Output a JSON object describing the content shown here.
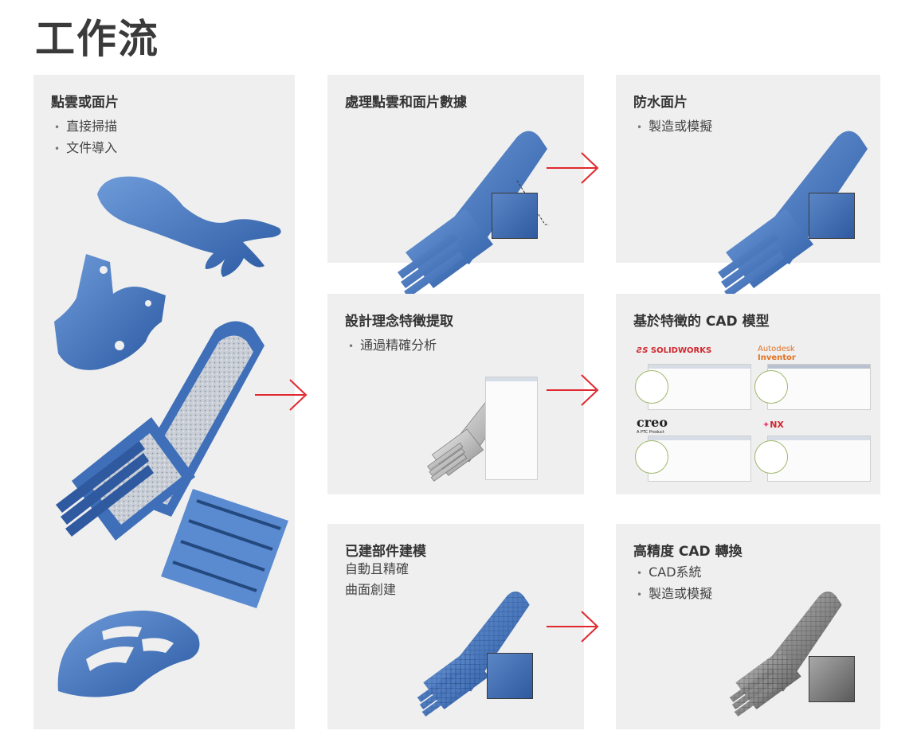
{
  "page": {
    "title": "工作流"
  },
  "panels": {
    "input": {
      "heading": "點雲或面片",
      "items": [
        "直接掃描",
        "文件導入"
      ]
    },
    "process": {
      "heading": "處理點雲和面片數據"
    },
    "watertight": {
      "heading": "防水面片",
      "items": [
        "製造或模擬"
      ]
    },
    "design": {
      "heading": "設計理念特徵提取",
      "items": [
        "通過精確分析"
      ]
    },
    "feature_cad": {
      "heading": "基於特徵的 CAD 模型",
      "logos": {
        "solidworks": "SOLIDWORKS",
        "autodesk": "Autodesk",
        "inventor": "Inventor",
        "creo": "creo",
        "creo_sub": "A PTC Product",
        "nx": "NX"
      }
    },
    "asbuilt": {
      "heading": "已建部件建模",
      "lines": [
        "自動且精確",
        "曲面創建"
      ]
    },
    "hq_cad": {
      "heading": "高精度 CAD 轉換",
      "items": [
        "CAD系統",
        "製造或模擬"
      ]
    }
  },
  "colors": {
    "arrow": "#e0282e",
    "panel_bg": "#efefef",
    "mesh_blue": "#3f6fb8",
    "cad_gray": "#8e8e8e"
  }
}
